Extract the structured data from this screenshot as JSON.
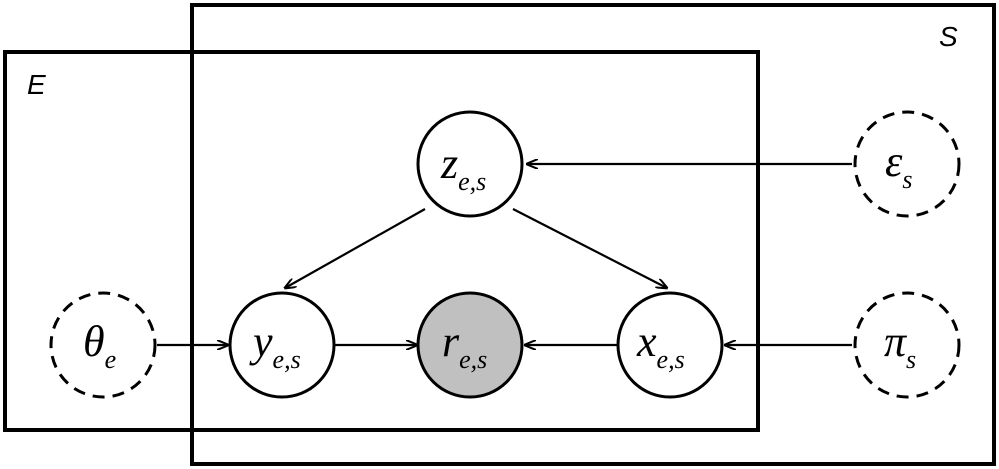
{
  "plates": {
    "E": "E",
    "S": "S"
  },
  "nodes": {
    "z": {
      "symbol": "z",
      "sub": "e,s",
      "kind": "latent"
    },
    "y": {
      "symbol": "y",
      "sub": "e,s",
      "kind": "latent"
    },
    "r": {
      "symbol": "r",
      "sub": "e,s",
      "kind": "observed"
    },
    "x": {
      "symbol": "x",
      "sub": "e,s",
      "kind": "latent"
    },
    "theta": {
      "symbol": "θ",
      "sub": "e",
      "kind": "hyperparameter"
    },
    "epsilon": {
      "symbol": "ε",
      "sub": "s",
      "kind": "hyperparameter"
    },
    "pi": {
      "symbol": "π",
      "sub": "s",
      "kind": "hyperparameter"
    }
  },
  "edges": [
    {
      "from": "epsilon",
      "to": "z"
    },
    {
      "from": "z",
      "to": "y"
    },
    {
      "from": "z",
      "to": "x"
    },
    {
      "from": "theta",
      "to": "y"
    },
    {
      "from": "y",
      "to": "r"
    },
    {
      "from": "x",
      "to": "r"
    },
    {
      "from": "pi",
      "to": "x"
    }
  ],
  "colors": {
    "observed_fill": "#c0c0c0",
    "latent_fill": "#ffffff",
    "stroke": "#000000"
  }
}
